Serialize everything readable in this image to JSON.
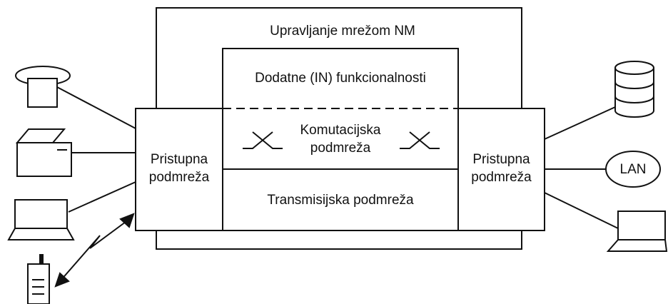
{
  "network_management": {
    "label": "Upravljanje mrežom NM"
  },
  "in_functions": {
    "label": "Dodatne (IN) funkcionalnosti"
  },
  "switching_subnet": {
    "line1": "Komutacijska",
    "line2": "podmreža"
  },
  "transmission_subnet": {
    "label": "Transmisijska podmreža"
  },
  "access_left": {
    "line1": "Pristupna",
    "line2": "podmreža"
  },
  "access_right": {
    "line1": "Pristupna",
    "line2": "podmreža"
  },
  "lan": {
    "label": "LAN"
  },
  "icons": {
    "left": [
      "telephone-icon",
      "printer-icon",
      "laptop-icon",
      "mobile-phone-icon"
    ],
    "right": [
      "database-icon",
      "lan-icon",
      "laptop-icon"
    ]
  },
  "colors": {
    "stroke": "#111111",
    "background": "#ffffff"
  }
}
